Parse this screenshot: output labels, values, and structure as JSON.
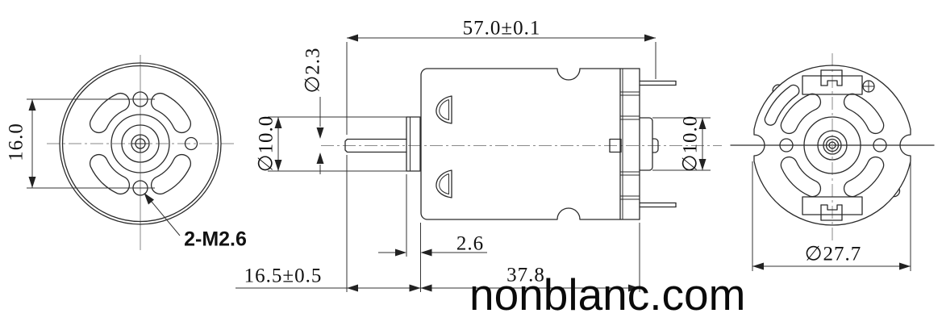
{
  "watermark": "nonblanc.com",
  "front_view": {
    "mount_hole_pitch": "16.0",
    "mount_holes_label": "2-M2.6"
  },
  "side_view": {
    "overall_length": "57.0±0.1",
    "shaft_diameter": "∅2.3",
    "front_boss_diameter": "∅10.0",
    "rear_boss_diameter": "∅10.0",
    "shaft_extension": "16.5±0.5",
    "boss_protrusion": "2.6",
    "body_length": "37.8"
  },
  "rear_view": {
    "body_diameter": "∅27.7"
  },
  "colors": {
    "line": "#2b2b2b",
    "centerline": "#8a8a8a",
    "text": "#111111",
    "background": "#ffffff"
  }
}
